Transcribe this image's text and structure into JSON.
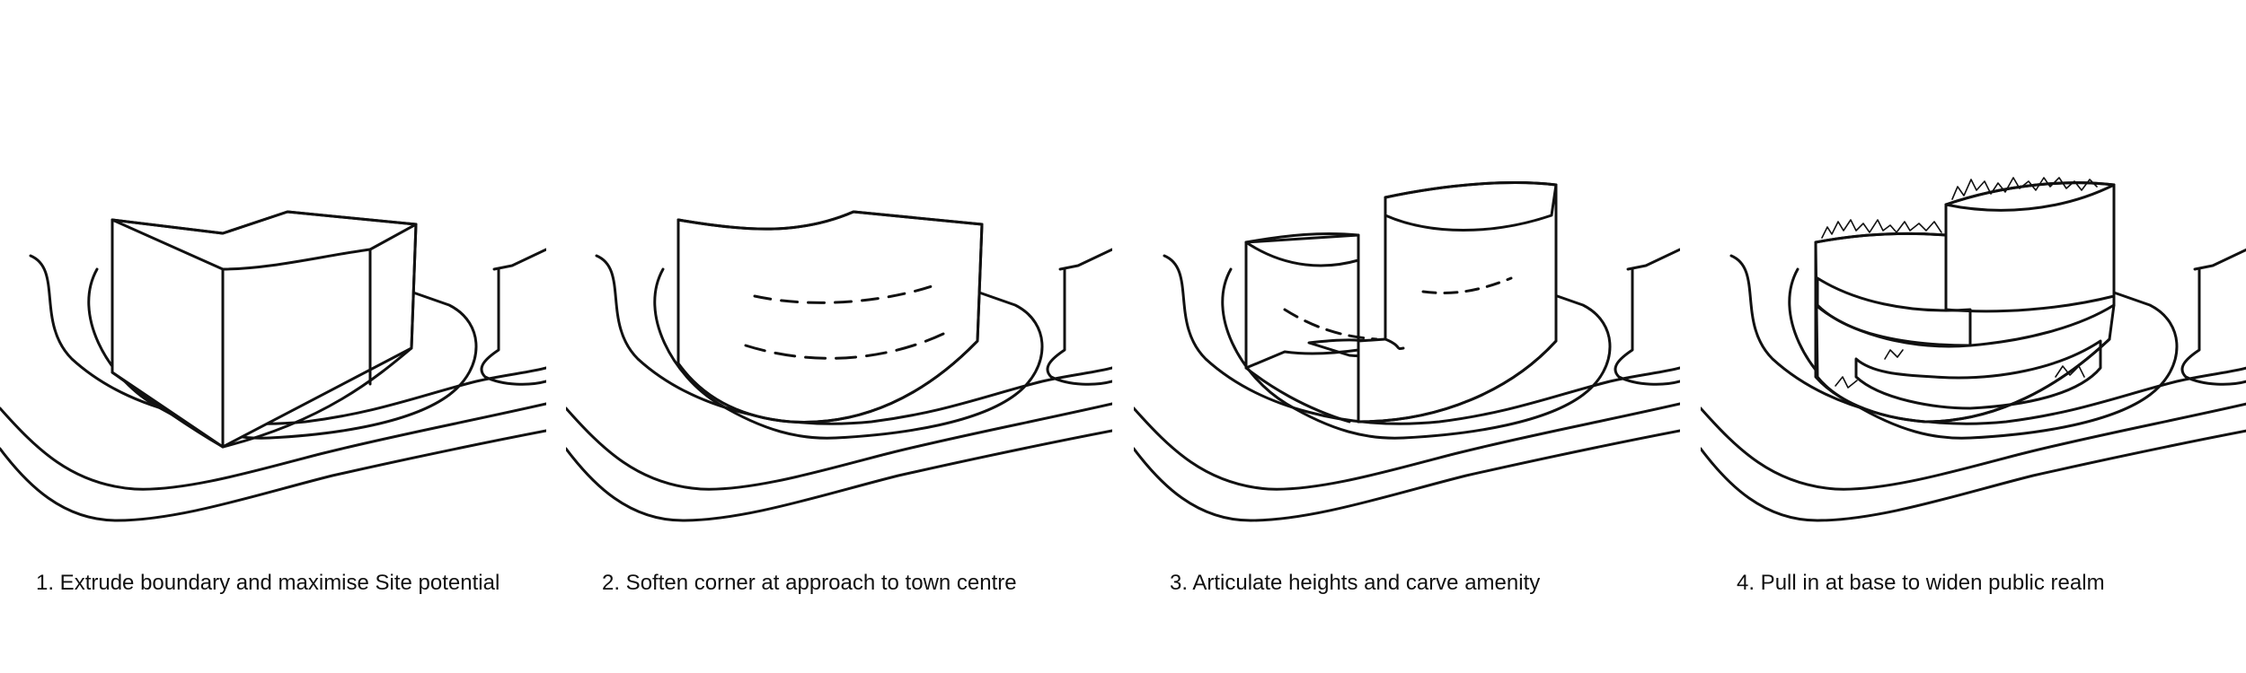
{
  "steps": [
    {
      "caption": "1. Extrude boundary and maximise Site potential"
    },
    {
      "caption": "2. Soften corner at approach to town centre"
    },
    {
      "caption": "3. Articulate heights and carve amenity"
    },
    {
      "caption": "4. Pull in at base to widen public realm"
    }
  ]
}
